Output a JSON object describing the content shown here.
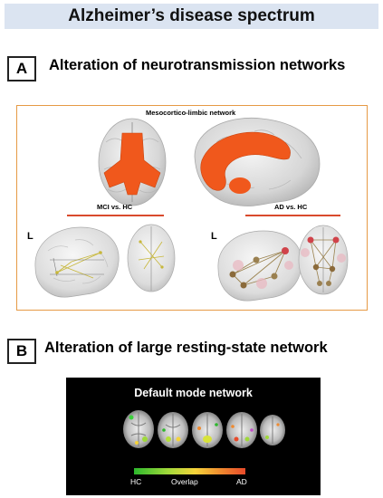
{
  "title": "Alzheimer’s disease spectrum",
  "panel_a": {
    "label": "A",
    "heading": "Alteration of neurotransmission networks",
    "network_name": "Mesocortico-limbic network",
    "comparison_left": "MCI vs. HC",
    "comparison_right": "AD vs. HC",
    "hemisphere_left": "L",
    "hemisphere_right": "L"
  },
  "panel_b": {
    "label": "B",
    "heading": "Alteration of large resting-state network",
    "network_name": "Default mode network",
    "colorbar": {
      "left_label": "HC",
      "middle_label": "Overlap",
      "right_label": "AD",
      "colors": [
        "#2db82d",
        "#9fd93a",
        "#f5d33a",
        "#ef8a2f",
        "#e84a2a"
      ]
    }
  },
  "colors": {
    "banner_bg": "#dbe4f1",
    "frame": "#e69a45",
    "highlight": "#f0581c",
    "rule": "#d94a2c"
  }
}
